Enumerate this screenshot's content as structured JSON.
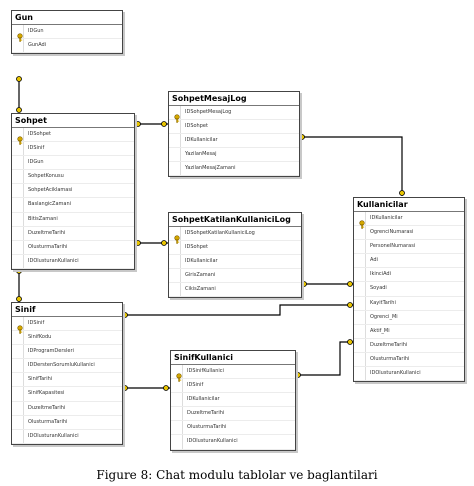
{
  "tables": {
    "gun": {
      "title": "Gun",
      "columns": [
        "IDGun",
        "GunAdi"
      ],
      "pk": [
        0
      ]
    },
    "sohpet": {
      "title": "Sohpet",
      "columns": [
        "IDSohpet",
        "IDSinif",
        "IDGun",
        "SohpetKonusu",
        "SohpetAciklamasi",
        "BaslangicZamani",
        "BitisZamani",
        "DuzeltmeTarihi",
        "OlusturmaTarihi",
        "IDOlusturanKullanici"
      ],
      "pk": [
        0
      ]
    },
    "sohpet_mesaj_log": {
      "title": "SohpetMesajLog",
      "columns": [
        "IDSohpetMesajLog",
        "IDSohpet",
        "IDKullanicilar",
        "YazilanMesaj",
        "YazilanMesajZamani"
      ],
      "pk": [
        0
      ]
    },
    "sohpet_katilan_kullanici_log": {
      "title": "SohpetKatilanKullaniciLog",
      "columns": [
        "IDSohpetKatilanKullaniciLog",
        "IDSohpet",
        "IDKullanicilar",
        "GirisZamani",
        "CikisZamani"
      ],
      "pk": [
        0
      ]
    },
    "kullanicilar": {
      "title": "Kullanicilar",
      "columns": [
        "IDKullanicilar",
        "OgrenciNumarasi",
        "PersonelNumarasi",
        "Adi",
        "IkinciAdi",
        "Soyadi",
        "KayitTarihi",
        "Ogrenci_Mi",
        "Aktif_Mi",
        "DuzeltmeTarihi",
        "OlusturmaTarihi",
        "IDOlusturanKullanici"
      ],
      "pk": [
        0
      ]
    },
    "sinif": {
      "title": "Sinif",
      "columns": [
        "IDSinif",
        "SinifKodu",
        "IDProgramDersleri",
        "IDDerstenSorumluKullanici",
        "SinifTarihi",
        "SinifKapasitesi",
        "DuzeltmeTarihi",
        "OlusturmaTarihi",
        "IDOlusturanKullanici"
      ],
      "pk": [
        0
      ]
    },
    "sinif_kullanici": {
      "title": "SinifKullanici",
      "columns": [
        "IDSinifKullanici",
        "IDSinif",
        "IDKullanicilar",
        "DuzeltmeTarihi",
        "OlusturmaTarihi",
        "IDOlusturanKullanici"
      ],
      "pk": [
        0
      ]
    }
  },
  "caption": "Figure 8: Chat modulu tablolar ve baglantilari",
  "colors": {
    "line": "#000000",
    "key": "#d4a800",
    "endpoint": "#e8c400"
  }
}
